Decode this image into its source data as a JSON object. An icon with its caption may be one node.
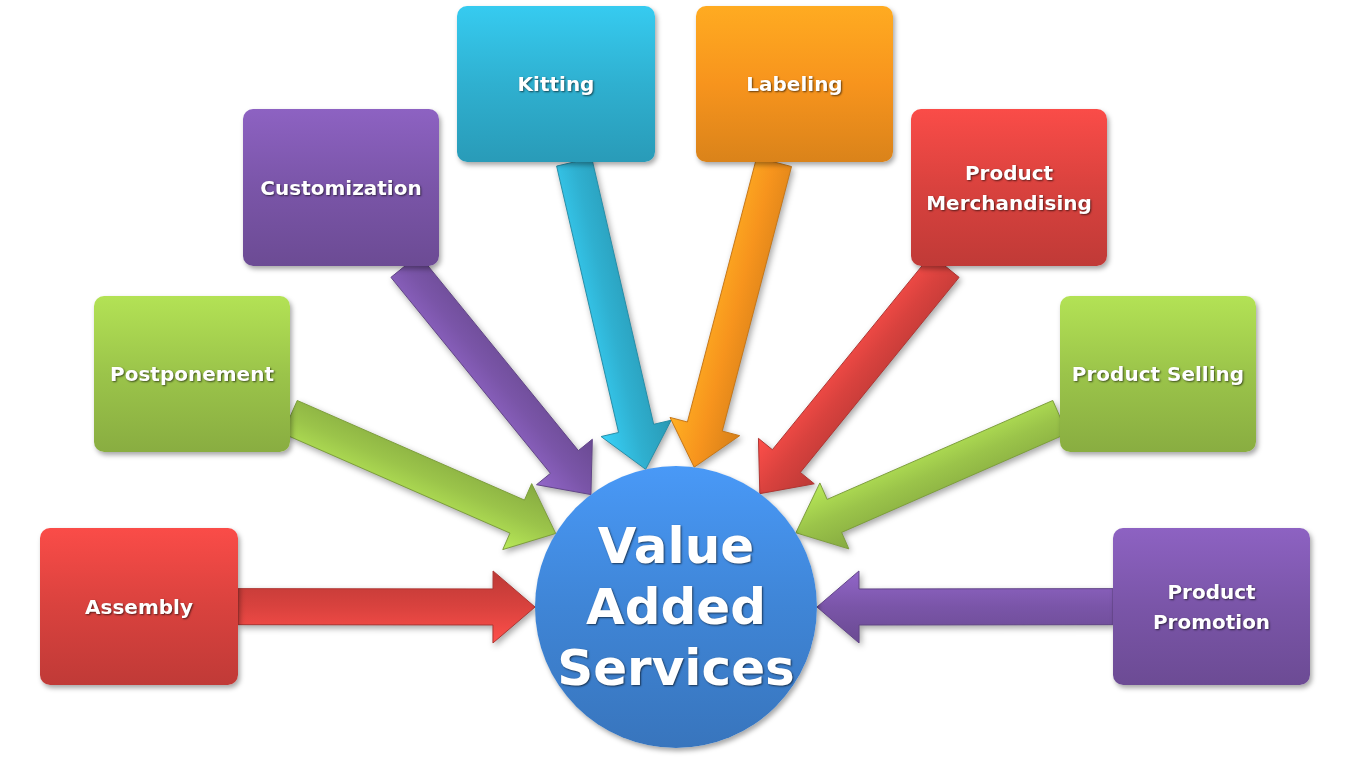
{
  "diagram": {
    "nodes": [
      {
        "text": [
          "Value Added Services"
        ]
      },
      {
        "text": [
          "Assembly"
        ]
      },
      {
        "text": [
          "Postponement"
        ]
      },
      {
        "text": [
          "Customization"
        ]
      },
      {
        "text": [
          "Kitting"
        ]
      },
      {
        "text": [
          "Labeling"
        ]
      },
      {
        "text": [
          "Product Merchandising"
        ]
      },
      {
        "text": [
          "Product Selling"
        ]
      },
      {
        "text": [
          "Product Promotion"
        ]
      }
    ],
    "edges": [
      {
        "from": 1,
        "to": 0,
        "arrow": "to",
        "color": "#d9423e"
      },
      {
        "from": 2,
        "to": 0,
        "arrow": "to",
        "color": "#9bc44a"
      },
      {
        "from": 3,
        "to": 0,
        "arrow": "to",
        "color": "#7a55a8"
      },
      {
        "from": 4,
        "to": 0,
        "arrow": "to",
        "color": "#2fb0d0"
      },
      {
        "from": 5,
        "to": 0,
        "arrow": "to",
        "color": "#f7941d"
      },
      {
        "from": 6,
        "to": 0,
        "arrow": "to",
        "color": "#d9423e"
      },
      {
        "from": 7,
        "to": 0,
        "arrow": "to",
        "color": "#9bc44a"
      },
      {
        "from": 8,
        "to": 0,
        "arrow": "to",
        "color": "#7a55a8"
      }
    ]
  }
}
